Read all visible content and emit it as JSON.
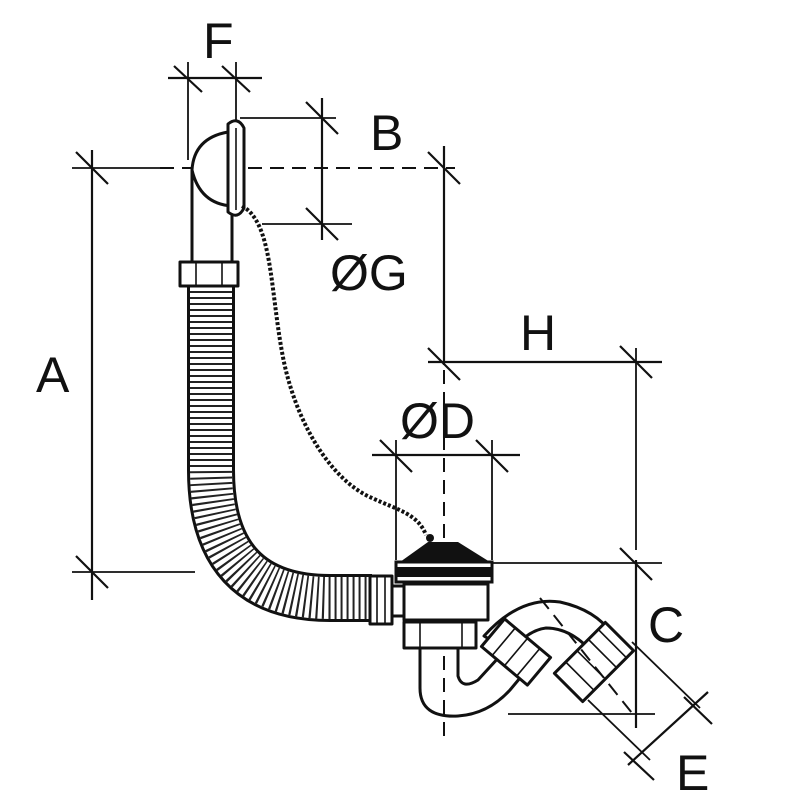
{
  "labels": {
    "A": "A",
    "B": "B",
    "C": "C",
    "D": "ØD",
    "E": "E",
    "F": "F",
    "G": "ØG",
    "H": "H"
  }
}
